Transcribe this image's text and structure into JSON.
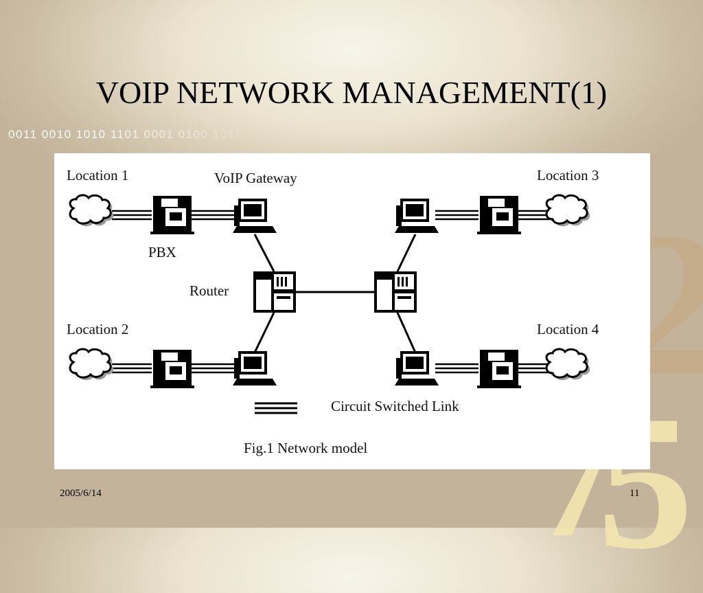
{
  "slide": {
    "title": "VOIP NETWORK MANAGEMENT(1)",
    "binary_strip": "0011 0010 1010 1101 0001 0100 1011",
    "decorative_digits": [
      "2",
      "7",
      "5"
    ],
    "footer": {
      "date": "2005/6/14",
      "page": "11"
    }
  },
  "diagram": {
    "labels": {
      "location1": "Location 1",
      "location2": "Location 2",
      "location3": "Location 3",
      "location4": "Location 4",
      "voip_gateway": "VoIP Gateway",
      "pbx": "PBX",
      "router": "Router",
      "legend": "Circuit Switched Link",
      "caption": "Fig.1 Network model"
    },
    "nodes": [
      {
        "id": "cloud1",
        "type": "cloud-icon"
      },
      {
        "id": "cloud2",
        "type": "cloud-icon"
      },
      {
        "id": "cloud3",
        "type": "cloud-icon"
      },
      {
        "id": "cloud4",
        "type": "cloud-icon"
      },
      {
        "id": "pbx1",
        "type": "pbx-icon"
      },
      {
        "id": "pbx2",
        "type": "pbx-icon"
      },
      {
        "id": "pbx3",
        "type": "pbx-icon"
      },
      {
        "id": "pbx4",
        "type": "pbx-icon"
      },
      {
        "id": "gw1",
        "type": "gateway-computer-icon"
      },
      {
        "id": "gw2",
        "type": "gateway-computer-icon"
      },
      {
        "id": "gw3",
        "type": "gateway-computer-icon"
      },
      {
        "id": "gw4",
        "type": "gateway-computer-icon"
      },
      {
        "id": "router-left",
        "type": "router-icon"
      },
      {
        "id": "router-right",
        "type": "router-icon"
      }
    ],
    "edges": [
      {
        "from": "cloud1",
        "to": "pbx1",
        "kind": "circuit-switched"
      },
      {
        "from": "pbx1",
        "to": "gw1",
        "kind": "circuit-switched"
      },
      {
        "from": "cloud2",
        "to": "pbx2",
        "kind": "circuit-switched"
      },
      {
        "from": "pbx2",
        "to": "gw2",
        "kind": "circuit-switched"
      },
      {
        "from": "gw3",
        "to": "pbx3",
        "kind": "circuit-switched"
      },
      {
        "from": "pbx3",
        "to": "cloud3",
        "kind": "circuit-switched"
      },
      {
        "from": "gw4",
        "to": "pbx4",
        "kind": "circuit-switched"
      },
      {
        "from": "pbx4",
        "to": "cloud4",
        "kind": "circuit-switched"
      },
      {
        "from": "gw1",
        "to": "router-left",
        "kind": "ip"
      },
      {
        "from": "gw2",
        "to": "router-left",
        "kind": "ip"
      },
      {
        "from": "router-left",
        "to": "router-right",
        "kind": "ip"
      },
      {
        "from": "router-right",
        "to": "gw3",
        "kind": "ip"
      },
      {
        "from": "router-right",
        "to": "gw4",
        "kind": "ip"
      }
    ]
  }
}
